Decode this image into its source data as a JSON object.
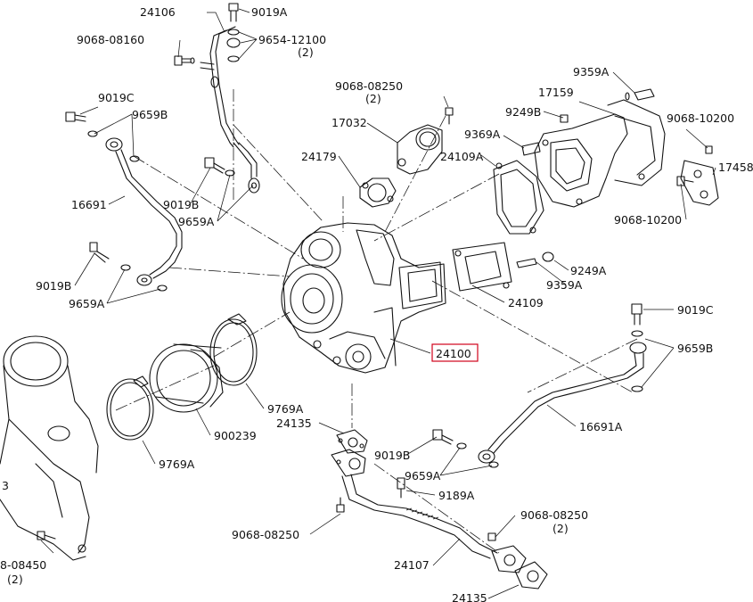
{
  "diagram": {
    "highlight_part": "24100",
    "highlight_color": "#d0021b",
    "line_color": "#111111",
    "callouts": {
      "p24106": "24106",
      "p9019A": "9019A",
      "p9654_12100": "9654-12100",
      "p9654_qty": "(2)",
      "p9068_08160": "9068-08160",
      "p9068_08250_top": "9068-08250",
      "p9068_08250_top_qty": "(2)",
      "p9359A_top": "9359A",
      "p17159": "17159",
      "p9019C_left": "9019C",
      "p9659B_left": "9659B",
      "p17032": "17032",
      "p9249B": "9249B",
      "p9068_10200_top": "9068-10200",
      "p9369A": "9369A",
      "p24179": "24179",
      "p24109A": "24109A",
      "p17458": "17458",
      "p16691": "16691",
      "p9019B_left": "9019B",
      "p9659A_left": "9659A",
      "p9068_10200_bottom": "9068-10200",
      "p9249A": "9249A",
      "p9019B_left2": "9019B",
      "p9659A_left2": "9659A",
      "p9359A_mid": "9359A",
      "p24109": "24109",
      "p9019C_right": "9019C",
      "p24100": "24100",
      "p9659B_right": "9659B",
      "p9769A_right": "9769A",
      "p24135_top": "24135",
      "p16691A": "16691A",
      "p900239": "900239",
      "p9019B_bottom": "9019B",
      "p9659A_bottom": "9659A",
      "p9769A_left": "9769A",
      "p9189A": "9189A",
      "p3": "3",
      "p9068_08250_left": "9068-08250",
      "p9068_08250_bottom": "9068-08250",
      "p9068_08250_bottom_qty": "(2)",
      "p08450": "8-08450",
      "p08450_qty": "(2)",
      "p24107": "24107",
      "p24135_bottom": "24135"
    }
  }
}
